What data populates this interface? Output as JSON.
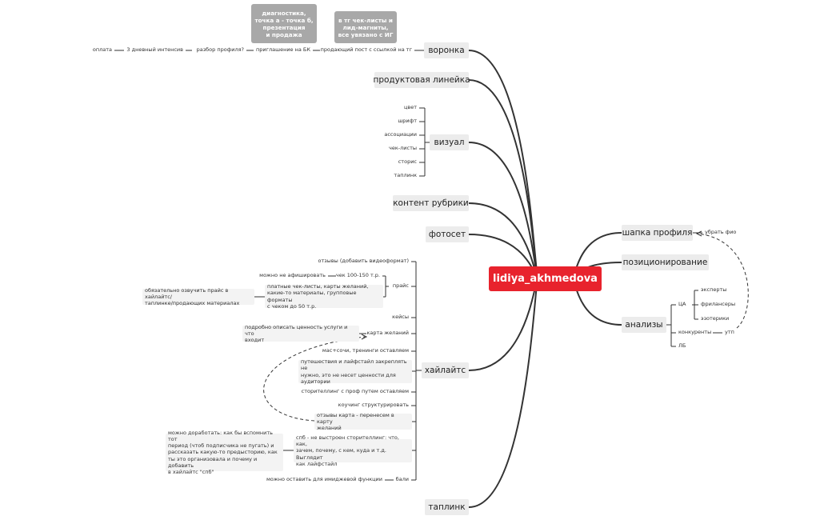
{
  "root": {
    "label": "lidiya_akhmedova"
  },
  "branches": {
    "voronka": {
      "label": "воронка",
      "chain": [
        "продающий пост с ссылкой на тг",
        "приглашение на БК",
        "разбор профиля?",
        "3 дневный интенсив",
        "оплата"
      ],
      "note_1": "диагностика,\nточка а -  точка б,\nпрезентация\nи продажа",
      "note_2": "в тг чек-листы и\nлид-магниты,\nвсе увязано с ИГ"
    },
    "product_line": {
      "label": "продуктовая линейка"
    },
    "vizual": {
      "label": "визуал",
      "items": [
        "цвет",
        "шрифт",
        "ассоциации",
        "чек-листы",
        "сторис",
        "таплинк"
      ]
    },
    "content_rubrics": {
      "label": "контент рубрики"
    },
    "photoset": {
      "label": "фотосет"
    },
    "highlights": {
      "label": "хайлайтс",
      "reviews_video": "отзывы (добавить видеоформат)",
      "price": "прайс",
      "price_check": "чек 100-150 т.р.",
      "price_check_note": "можно не афишировать",
      "price_paid": "платные чек-листы, карты желаний,\nкакие-то материалы, групповые форматы\nс чеком до 50 т.р.",
      "price_paid_note": "обязательно озвучить прайс в хайлайтс/\nтаплинке/продающих материалах",
      "cases": "кейсы",
      "wishmap": "карта желаний",
      "wishmap_note": "подробно описать ценность услуги и что\nвходит",
      "masks": "мас+сочи, тренинги оставляем",
      "travel": "путешествия и лайфстайл закреплять не\nнужно, это не несет ценности для\nаудитории",
      "storytelling": "сторителлинг с проф путем оставляем",
      "coaching": "коучинг структурировать",
      "reviews_map": "отзывы карта - перенесем в карту\nжеланий",
      "spb": "спб - не выстроен сторителлинг: что, как,\nзачем, почему, с кем, куда и т.д. Выглядит\nкак лайфстайл",
      "spb_note": "можно доработать: как бы вспомнить тот\nпериод (чтоб подписчика не пугать) и\nрассказать какую-то предысторию, как\nты это организовала и почему и добавить\nв хайлайтс \"спб\"",
      "bali": "бали",
      "bali_note": "можно оставить для имиджевой функции"
    },
    "taplink": {
      "label": "таплинк"
    },
    "profile_header": {
      "label": "шапка профиля",
      "child": "убрать фио"
    },
    "positioning": {
      "label": "позиционирование"
    },
    "analysis": {
      "label": "анализы",
      "ca": "ЦА",
      "ca_items": [
        "эксперты",
        "фрилансеры",
        "эзотерики"
      ],
      "competitors": "конкуренты",
      "usp": "утп",
      "lb": "ЛБ"
    }
  },
  "colors": {
    "root": "#e8232d",
    "topic_bg": "#ececec",
    "note_bg": "#a8a8a8",
    "line": "#333333"
  }
}
